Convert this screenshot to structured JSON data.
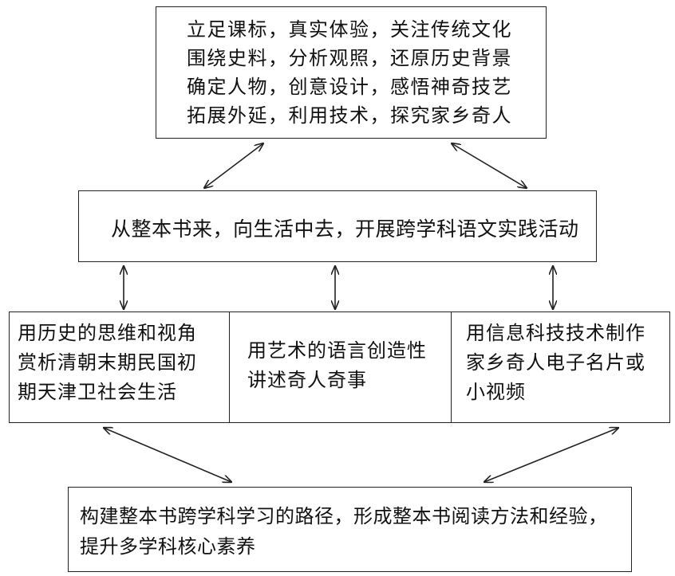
{
  "top_box": {
    "lines": [
      "立足课标，真实体验，关注传统文化",
      "围绕史料，分析观照，还原历史背景",
      "确定人物，创意设计，感悟神奇技艺",
      "拓展外延，利用技术，探究家乡奇人"
    ]
  },
  "middle_box": {
    "text": "从整本书来，向生活中去，开展跨学科语文实践活动"
  },
  "activities": [
    {
      "lines": [
        "用历史的思维和视角",
        "赏析清朝末期民国初",
        "期天津卫社会生活"
      ]
    },
    {
      "lines": [
        "用艺术的语言创造性",
        "讲述奇人奇事"
      ]
    },
    {
      "lines": [
        "用信息科技技术制作",
        "家乡奇人电子名片或",
        "小视频"
      ]
    }
  ],
  "bottom_box": {
    "lines": [
      "构建整本书跨学科学习的路径，形成整本书阅读方法和经验，",
      "提升多学科核心素养"
    ]
  }
}
